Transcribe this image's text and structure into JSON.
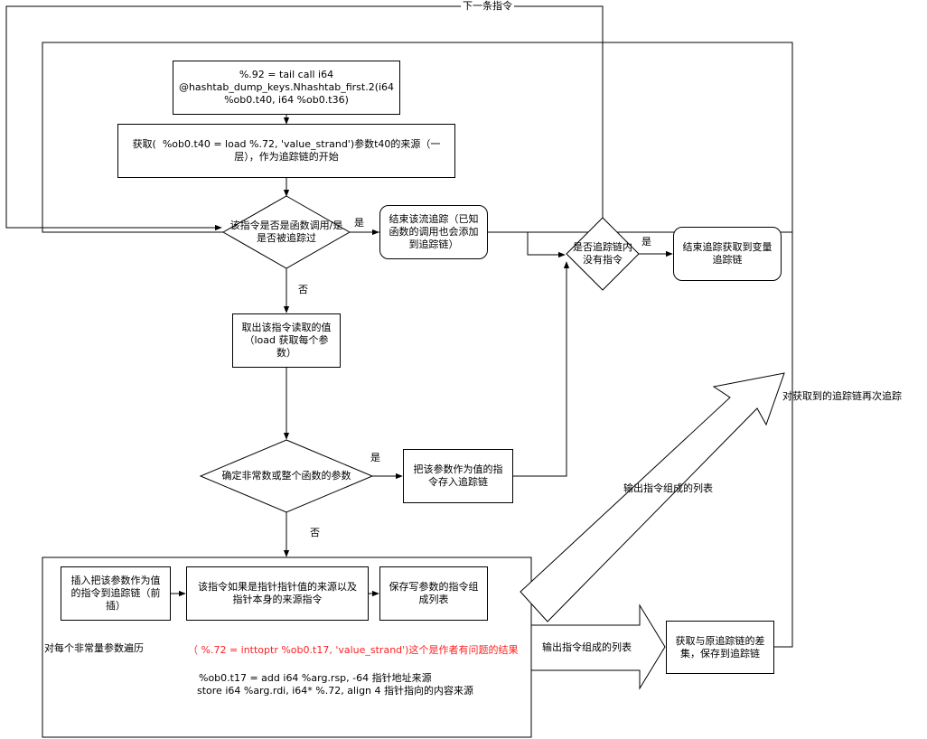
{
  "colors": {
    "stroke": "#000000",
    "background": "#ffffff",
    "highlight_text": "#ff2020"
  },
  "nodes": {
    "tail_call": [
      "%.92 = tail call i64",
      "@hashtab_dump_keys.Nhashtab_first.2(i64",
      "%ob0.t40, i64 %ob0.t36)"
    ],
    "get_source": [
      "获取(  %ob0.t40 = load %.72, 'value_strand')参数t40的来源（一",
      "层），作为追踪链的开始"
    ],
    "is_call_decision": [
      "该指令是否是函数调用/是",
      "是否被追踪过"
    ],
    "end_flow_track": [
      "结束该流追踪（已知",
      "函数的调用也会添加",
      "到追踪链）"
    ],
    "chain_empty_decision": [
      "是否追踪链内",
      "没有指令"
    ],
    "end_track_result": [
      "结束追踪获取到变量",
      "追踪链"
    ],
    "read_values": [
      "取出该指令读取的值",
      "（load 获取每个参",
      "数）"
    ],
    "const_decision": [
      "确定非常数或整个函数的参数"
    ],
    "store_value": [
      "把该参数作为值的指",
      "令存入追踪链"
    ],
    "insert_chain": [
      "插入把该参数作为值",
      "的指令到追踪链（前",
      "插）"
    ],
    "pointer_source": [
      "该指令如果是指针指针值的来源以及",
      "指针本身的来源指令"
    ],
    "save_list": [
      "保存写参数的指令组",
      "成列表"
    ],
    "diff_save": [
      "获取与原追踪链的差",
      "集，保存到追踪链"
    ]
  },
  "labels": {
    "next_instruction": "下一条指令",
    "yes_1": "是",
    "no_1": "否",
    "yes_2": "是",
    "no_2": "否",
    "yes_3": "是",
    "retrace": "对获取到的追踪链再次追踪",
    "output_list_diag": "输出指令组成的列表",
    "output_list_right": "输出指令组成的列表",
    "loop_label": "对每个非常量参数遍历",
    "red_note": "（ %.72 = inttoptr %ob0.t17, 'value_strand')这个是作者有问题的结果",
    "code_line_1": "%ob0.t17 = add i64 %arg.rsp, -64   指针地址来源",
    "code_line_2": "store i64 %arg.rdi, i64* %.72, align 4  指针指向的内容来源"
  }
}
